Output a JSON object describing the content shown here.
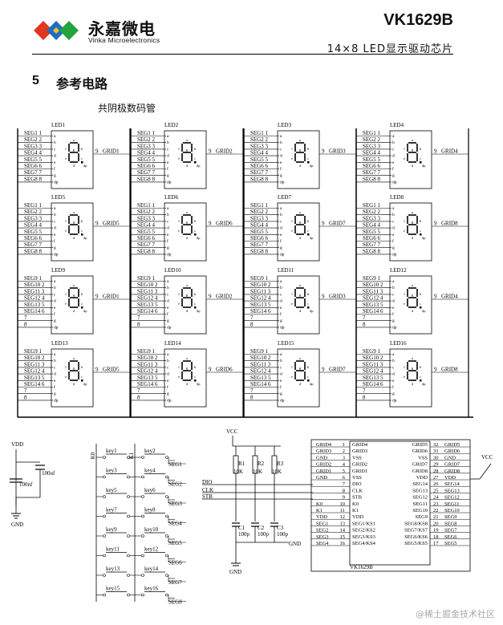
{
  "header": {
    "company_cn": "永嘉微电",
    "company_en": "Vinka Microelectronics",
    "part_number": "VK1629B",
    "subtitle": "14×8 LED显示驱动芯片"
  },
  "section": {
    "number": "5",
    "title": "参考电路",
    "caption": "共阴极数码管"
  },
  "led_modules": [
    {
      "name": "LED1",
      "pins": [
        "SEG1 1",
        "SEG2 2",
        "SEG3 3",
        "SEG4 4",
        "SEG5 5",
        "SEG6 6",
        "SEG7 7",
        "SEG8 8"
      ],
      "grid": "GRID1"
    },
    {
      "name": "LED2",
      "pins": [
        "SEG1 1",
        "SEG2 2",
        "SEG3 3",
        "SEG4 4",
        "SEG5 5",
        "SEG6 6",
        "SEG7 7",
        "SEG8 8"
      ],
      "grid": "GRID2"
    },
    {
      "name": "LED3",
      "pins": [
        "SEG1 1",
        "SEG2 2",
        "SEG3 3",
        "SEG4 4",
        "SEG5 5",
        "SEG6 6",
        "SEG7 7",
        "SEG8 8"
      ],
      "grid": "GRID3"
    },
    {
      "name": "LED4",
      "pins": [
        "SEG1 1",
        "SEG2 2",
        "SEG3 3",
        "SEG4 4",
        "SEG5 5",
        "SEG6 6",
        "SEG7 7",
        "SEG8 8"
      ],
      "grid": "GRID4"
    },
    {
      "name": "LED5",
      "pins": [
        "SEG1 1",
        "SEG2 2",
        "SEG3 3",
        "SEG4 4",
        "SEG5 5",
        "SEG6 6",
        "SEG7 7",
        "SEG8 8"
      ],
      "grid": "GRID5"
    },
    {
      "name": "LED6",
      "pins": [
        "SEG1 1",
        "SEG2 2",
        "SEG3 3",
        "SEG4 4",
        "SEG5 5",
        "SEG6 6",
        "SEG7 7",
        "SEG8 8"
      ],
      "grid": "GRID6"
    },
    {
      "name": "LED7",
      "pins": [
        "SEG1 1",
        "SEG2 2",
        "SEG3 3",
        "SEG4 4",
        "SEG5 5",
        "SEG6 6",
        "SEG7 7",
        "SEG8 8"
      ],
      "grid": "GRID7"
    },
    {
      "name": "LED8",
      "pins": [
        "SEG1 1",
        "SEG2 2",
        "SEG3 3",
        "SEG4 4",
        "SEG5 5",
        "SEG6 6",
        "SEG7 7",
        "SEG8 8"
      ],
      "grid": "GRID8"
    },
    {
      "name": "LED9",
      "pins": [
        "SEG9 1",
        "SEG10 2",
        "SEG11 3",
        "SEG12 4",
        "SEG13 5",
        "SEG14 6",
        "7",
        "8"
      ],
      "grid": "GRID1"
    },
    {
      "name": "LED10",
      "pins": [
        "SEG9 1",
        "SEG10 2",
        "SEG11 3",
        "SEG12 4",
        "SEG13 5",
        "SEG14 6",
        "7",
        "8"
      ],
      "grid": "GRID2"
    },
    {
      "name": "LED11",
      "pins": [
        "SEG9 1",
        "SEG10 2",
        "SEG11 3",
        "SEG12 4",
        "SEG13 5",
        "SEG14 6",
        "7",
        "8"
      ],
      "grid": "GRID3"
    },
    {
      "name": "LED12",
      "pins": [
        "SEG9 1",
        "SEG10 2",
        "SEG11 3",
        "SEG12 4",
        "SEG13 5",
        "SEG14 6",
        "7",
        "8"
      ],
      "grid": "GRID4"
    },
    {
      "name": "LED13",
      "pins": [
        "SEG9 1",
        "SEG10 2",
        "SEG11 3",
        "SEG12 4",
        "SEG13 5",
        "SEG14 6",
        "7",
        "8"
      ],
      "grid": "GRID5"
    },
    {
      "name": "LED14",
      "pins": [
        "SEG9 1",
        "SEG10 2",
        "SEG11 3",
        "SEG12 4",
        "SEG13 5",
        "SEG14 6",
        "7",
        "8"
      ],
      "grid": "GRID6"
    },
    {
      "name": "LED15",
      "pins": [
        "SEG9 1",
        "SEG10 2",
        "SEG11 3",
        "SEG12 4",
        "SEG13 5",
        "SEG14 6",
        "7",
        "8"
      ],
      "grid": "GRID7"
    },
    {
      "name": "LED16",
      "pins": [
        "SEG9 1",
        "SEG10 2",
        "SEG11 3",
        "SEG12 4",
        "SEG13 5",
        "SEG14 6",
        "7",
        "8"
      ],
      "grid": "GRID8"
    }
  ],
  "segment_letters": [
    "a",
    "b",
    "c",
    "d",
    "e",
    "f",
    "g",
    "dp"
  ],
  "grid_pin_number": "9",
  "power": {
    "vdd": "VDD",
    "gnd": "GND",
    "vcc": "VCC",
    "cap_electrolytic": "100uf",
    "cap_ceramic": "100nf"
  },
  "keys": {
    "k0": "K0",
    "k1": "K1",
    "rows": [
      {
        "left": "key1",
        "right": "key2",
        "seg": "SEG1"
      },
      {
        "left": "key3",
        "right": "key4",
        "seg": "SEG2"
      },
      {
        "left": "key5",
        "right": "key6",
        "seg": "SEG3"
      },
      {
        "left": "key7",
        "right": "key8",
        "seg": "SEG4"
      },
      {
        "left": "key9",
        "right": "key10",
        "seg": "SEG5"
      },
      {
        "left": "key11",
        "right": "key12",
        "seg": "SEG6"
      },
      {
        "left": "key13",
        "right": "key14",
        "seg": "SEG7"
      },
      {
        "left": "key15",
        "right": "key16",
        "seg": "SEG8"
      }
    ]
  },
  "bus": {
    "signals": [
      "DIO",
      "CLK",
      "STB"
    ],
    "resistors": [
      {
        "name": "R1",
        "value": "10K"
      },
      {
        "name": "R2",
        "value": "10K"
      },
      {
        "name": "R3",
        "value": "10K"
      }
    ],
    "capacitors": [
      {
        "name": "C1",
        "value": "100p"
      },
      {
        "name": "C2",
        "value": "100p"
      },
      {
        "name": "C3",
        "value": "100p"
      }
    ]
  },
  "chip": {
    "name": "VK1629B",
    "left_ext": [
      "GRID4",
      "GRID3",
      "GND",
      "GRID2",
      "GRID1",
      "GND",
      "",
      "",
      "",
      "K0",
      "K1",
      "VDD",
      "SEG1",
      "SEG2",
      "SEG3",
      "SEG4"
    ],
    "left_num": [
      "1",
      "2",
      "3",
      "4",
      "5",
      "6",
      "7",
      "8",
      "9",
      "10",
      "11",
      "12",
      "13",
      "14",
      "15",
      "16"
    ],
    "left_int": [
      "GRID4",
      "GRID3",
      "VSS",
      "GRID2",
      "GRID1",
      "VSS",
      "DIO",
      "CLK",
      "STB",
      "K0",
      "K1",
      "VDD",
      "SEG1/KS1",
      "SEG2/KS2",
      "SEG3/KS3",
      "SEG4/KS4"
    ],
    "right_int": [
      "GRID5",
      "GRID6",
      "VSS",
      "GRID7",
      "GRID8",
      "VDD",
      "SEG14",
      "SEG13",
      "SEG12",
      "SEG11",
      "SEG10",
      "SEG9",
      "SEG8/KS8",
      "SEG7/KS7",
      "SEG6/KS6",
      "SEG5/KS5"
    ],
    "right_num": [
      "32",
      "31",
      "30",
      "29",
      "28",
      "27",
      "26",
      "25",
      "24",
      "23",
      "22",
      "21",
      "20",
      "19",
      "18",
      "17"
    ],
    "right_ext": [
      "GRID5",
      "GRID6",
      "GND",
      "GRID7",
      "GRID8",
      "VDD",
      "SEG14",
      "SEG13",
      "SEG12",
      "SEG11",
      "SEG10",
      "SEG9",
      "SEG8",
      "SEG7",
      "SEG6",
      "SEG5"
    ]
  },
  "watermark": "@稀土掘金技术社区"
}
